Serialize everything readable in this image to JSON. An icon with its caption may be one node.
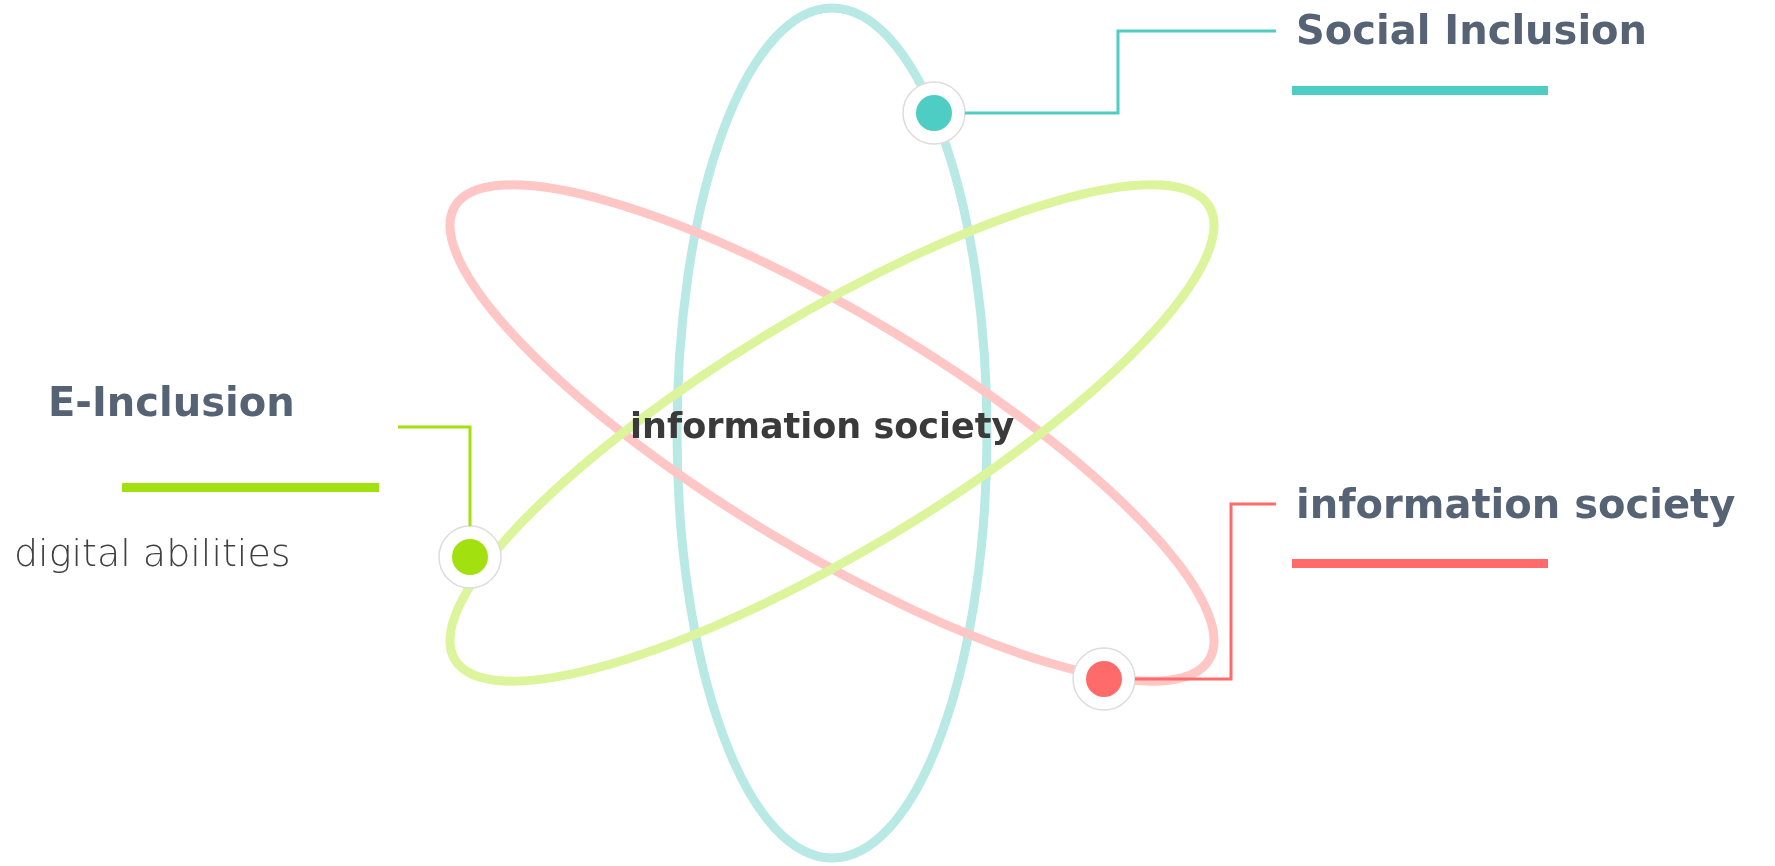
{
  "diagram": {
    "nodes": [
      {
        "text": [
          "Social Inclusion"
        ]
      },
      {
        "text": [
          "E-Inclusion",
          "digital abilities"
        ]
      },
      {
        "text": [
          "information society"
        ]
      },
      {
        "text": [],
        "shape": "circle"
      },
      {
        "text": [],
        "shape": "circle"
      },
      {
        "text": [],
        "shape": "circle"
      }
    ],
    "edges": [
      {
        "from": 0,
        "to": 4,
        "arrow": "none",
        "color": "#4ecdc4"
      },
      {
        "from": 1,
        "to": 3,
        "arrow": "none",
        "color": "#a3e00f"
      },
      {
        "from": 2,
        "to": 5,
        "arrow": "none",
        "color": "#ff6b6b"
      }
    ],
    "labels": [
      "information society"
    ]
  }
}
